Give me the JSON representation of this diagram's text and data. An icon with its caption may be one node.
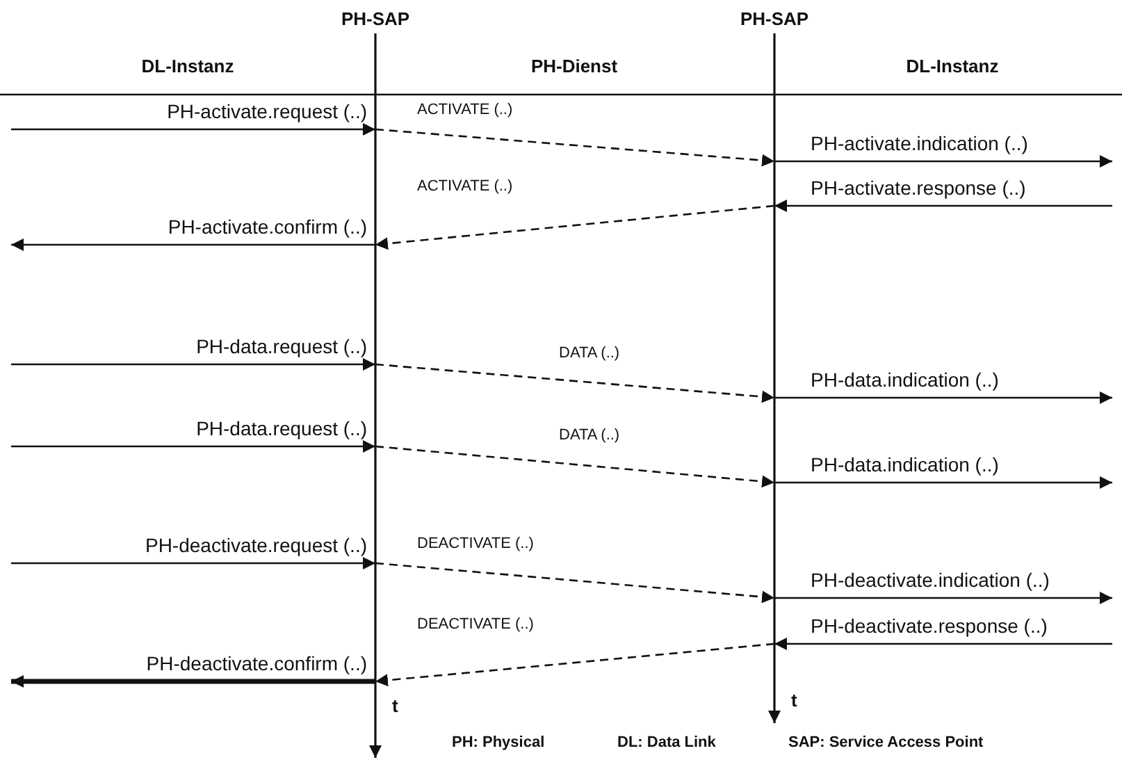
{
  "diagram": {
    "nodes": [
      {
        "text": [
          "PH-SAP"
        ]
      },
      {
        "text": [
          "PH-SAP"
        ]
      }
    ],
    "edges": [
      {
        "from": null,
        "to": 0,
        "arrow": "to",
        "label": "PH-activate.request (..)"
      },
      {
        "from": 0,
        "to": 1,
        "arrow": "to",
        "style": "dashed",
        "label": "ACTIVATE (..)"
      },
      {
        "from": 1,
        "to": null,
        "arrow": "to",
        "label": "PH-activate.indication (..)"
      },
      {
        "from": null,
        "to": 1,
        "arrow": "to",
        "label": "PH-activate.response (..)"
      },
      {
        "from": 1,
        "to": 0,
        "arrow": "to",
        "style": "dashed",
        "label": "ACTIVATE (..)"
      },
      {
        "from": 0,
        "to": null,
        "arrow": "to",
        "label": "PH-activate.confirm (..)"
      },
      {
        "from": null,
        "to": 0,
        "arrow": "to",
        "label": "PH-data.request (..)"
      },
      {
        "from": 0,
        "to": 1,
        "arrow": "to",
        "style": "dashed",
        "label": "DATA (..)"
      },
      {
        "from": 1,
        "to": null,
        "arrow": "to",
        "label": "PH-data.indication (..)"
      },
      {
        "from": null,
        "to": 0,
        "arrow": "to",
        "label": "PH-data.request (..)"
      },
      {
        "from": 0,
        "to": 1,
        "arrow": "to",
        "style": "dashed",
        "label": "DATA (..)"
      },
      {
        "from": 1,
        "to": null,
        "arrow": "to",
        "label": "PH-data.indication (..)"
      },
      {
        "from": null,
        "to": 0,
        "arrow": "to",
        "label": "PH-deactivate.request (..)"
      },
      {
        "from": 0,
        "to": 1,
        "arrow": "to",
        "style": "dashed",
        "label": "DEACTIVATE (..)"
      },
      {
        "from": 1,
        "to": null,
        "arrow": "to",
        "label": "PH-deactivate.indication (..)"
      },
      {
        "from": null,
        "to": 1,
        "arrow": "to",
        "label": "PH-deactivate.response (..)"
      },
      {
        "from": 1,
        "to": 0,
        "arrow": "to",
        "style": "dashed",
        "label": "DEACTIVATE (..)"
      },
      {
        "from": 0,
        "to": null,
        "arrow": "to",
        "style": "thick",
        "label": "PH-deactivate.confirm (..)"
      }
    ],
    "labels": [
      "DL-Instanz",
      "PH-Dienst",
      "DL-Instanz",
      "t",
      "t",
      "PH: Physical",
      "DL: Data Link",
      "SAP: Service Access Point"
    ]
  }
}
